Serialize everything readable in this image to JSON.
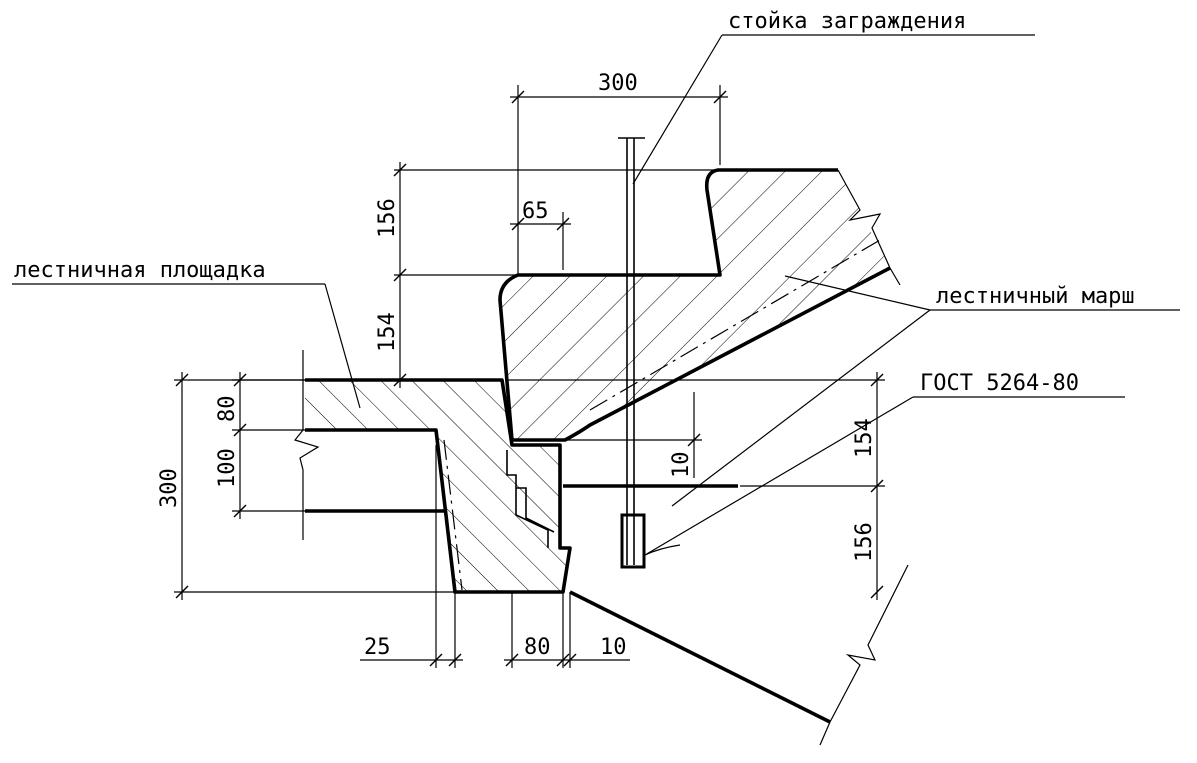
{
  "labels": {
    "post": "стойка заграждения",
    "landing": "лестничная площадка",
    "flight": "лестничный марш",
    "gost": "ГОСТ 5264-80"
  },
  "dimensions": {
    "top_width": "300",
    "tread_offset": "65",
    "upper_step_height": "156",
    "upper_riser": "154",
    "landing_top": "80",
    "landing_mid": "100",
    "landing_total": "300",
    "gap_10_vertical": "10",
    "right_upper": "154",
    "right_lower": "156",
    "bottom_25": "25",
    "bottom_80": "80",
    "bottom_10": "10"
  }
}
